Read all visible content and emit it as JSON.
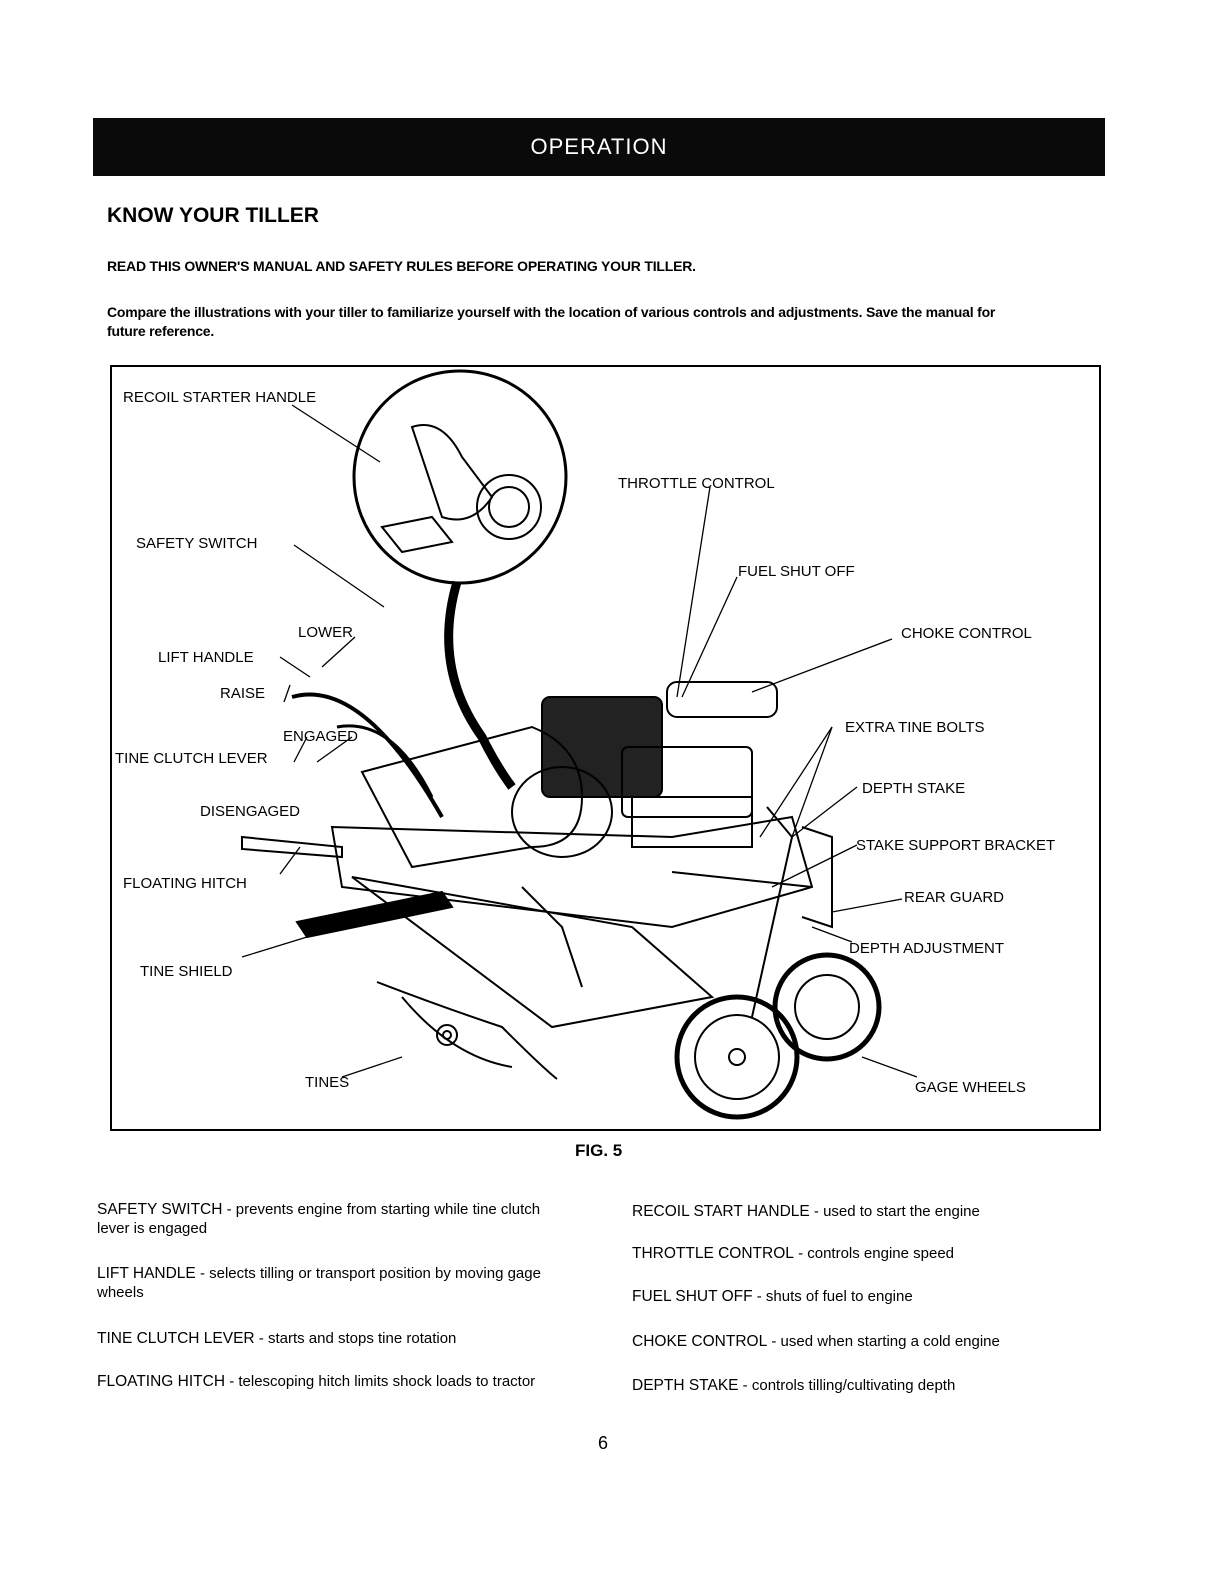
{
  "header": {
    "section_title": "OPERATION"
  },
  "main": {
    "heading": "KNOW YOUR TILLER",
    "instruction": "READ THIS OWNER'S MANUAL AND SAFETY RULES BEFORE OPERATING YOUR TILLER.",
    "intro": "Compare the illustrations with your tiller to familiarize yourself with the location of various controls and adjustments. Save the manual for future reference."
  },
  "figure": {
    "caption": "FIG. 5",
    "labels": {
      "recoil_starter_handle": "RECOIL STARTER HANDLE",
      "safety_switch": "SAFETY SWITCH",
      "lower": "LOWER",
      "lift_handle": "LIFT HANDLE",
      "raise": "RAISE",
      "engaged": "ENGAGED",
      "tine_clutch_lever": "TINE CLUTCH LEVER",
      "disengaged": "DISENGAGED",
      "floating_hitch": "FLOATING HITCH",
      "tine_shield": "TINE SHIELD",
      "tines": "TINES",
      "throttle_control": "THROTTLE CONTROL",
      "fuel_shut_off": "FUEL SHUT OFF",
      "choke_control": "CHOKE CONTROL",
      "extra_tine_bolts": "EXTRA TINE BOLTS",
      "depth_stake": "DEPTH STAKE",
      "stake_support_bracket": "STAKE SUPPORT BRACKET",
      "rear_guard": "REAR GUARD",
      "depth_adjustment": "DEPTH ADJUSTMENT",
      "gage_wheels": "GAGE WHEELS"
    }
  },
  "descriptions": {
    "left": [
      {
        "name": "SAFETY SWITCH",
        "text": " - prevents engine from starting while tine clutch lever is engaged"
      },
      {
        "name": "LIFT HANDLE",
        "text": " - selects tilling or transport position by moving gage wheels"
      },
      {
        "name": "TINE CLUTCH LEVER",
        "text": " - starts and stops tine rotation"
      },
      {
        "name": "FLOATING HITCH",
        "text": " - telescoping hitch limits shock loads to tractor"
      }
    ],
    "right": [
      {
        "name": "RECOIL START HANDLE",
        "text": " - used to start the engine"
      },
      {
        "name": "THROTTLE CONTROL",
        "text": " - controls engine speed"
      },
      {
        "name": "FUEL SHUT OFF",
        "text": " -  shuts of fuel to engine"
      },
      {
        "name": "CHOKE CONTROL",
        "text": " - used when starting a cold engine"
      },
      {
        "name": "DEPTH STAKE",
        "text": " - controls tilling/cultivating depth"
      }
    ]
  },
  "footer": {
    "page_number": "6"
  }
}
